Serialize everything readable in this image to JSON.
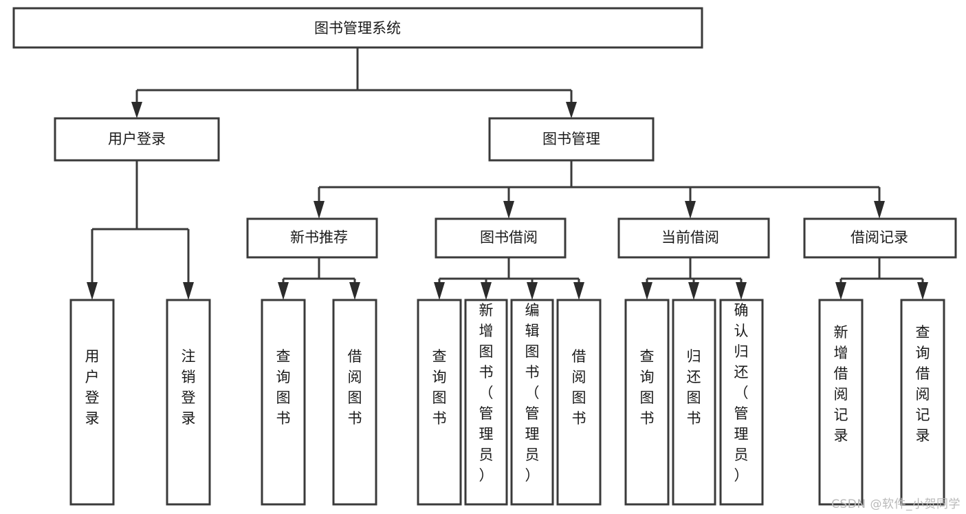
{
  "diagram": {
    "title": "图书管理系统",
    "type": "tree-hierarchy",
    "root": {
      "id": "root",
      "label": "图书管理系统"
    },
    "level2": [
      {
        "id": "user-login",
        "label": "用户登录"
      },
      {
        "id": "book-management",
        "label": "图书管理"
      }
    ],
    "level3": [
      {
        "id": "new-book-recommend",
        "label": "新书推荐",
        "parent": "book-management"
      },
      {
        "id": "book-borrow",
        "label": "图书借阅",
        "parent": "book-management"
      },
      {
        "id": "current-borrow",
        "label": "当前借阅",
        "parent": "book-management"
      },
      {
        "id": "borrow-record",
        "label": "借阅记录",
        "parent": "book-management"
      }
    ],
    "leaves": {
      "user-login": [
        {
          "id": "leaf-user-login",
          "label": "用户登录"
        },
        {
          "id": "leaf-user-logout",
          "label": "注销登录"
        }
      ],
      "new-book-recommend": [
        {
          "id": "leaf-query-book-1",
          "label": "查询图书"
        },
        {
          "id": "leaf-borrow-book-1",
          "label": "借阅图书"
        }
      ],
      "book-borrow": [
        {
          "id": "leaf-query-book-2",
          "label": "查询图书"
        },
        {
          "id": "leaf-add-book",
          "label": "新增图书（管理员）"
        },
        {
          "id": "leaf-edit-book",
          "label": "编辑图书（管理员）"
        },
        {
          "id": "leaf-borrow-book-2",
          "label": "借阅图书"
        }
      ],
      "current-borrow": [
        {
          "id": "leaf-query-book-3",
          "label": "查询图书"
        },
        {
          "id": "leaf-return-book",
          "label": "归还图书"
        },
        {
          "id": "leaf-confirm-return",
          "label": "确认归还（管理员）"
        }
      ],
      "borrow-record": [
        {
          "id": "leaf-add-record",
          "label": "新增借阅记录"
        },
        {
          "id": "leaf-query-record",
          "label": "查询借阅记录"
        }
      ]
    },
    "colors": {
      "box_stroke": "#3a3a3a",
      "box_fill": "#ffffff",
      "text": "#1a1a1a",
      "connector": "#3a3a3a",
      "background": "#ffffff",
      "watermark": "#b9b9b9"
    }
  },
  "watermark": {
    "text": "CSDN @软件_小贺同学"
  }
}
